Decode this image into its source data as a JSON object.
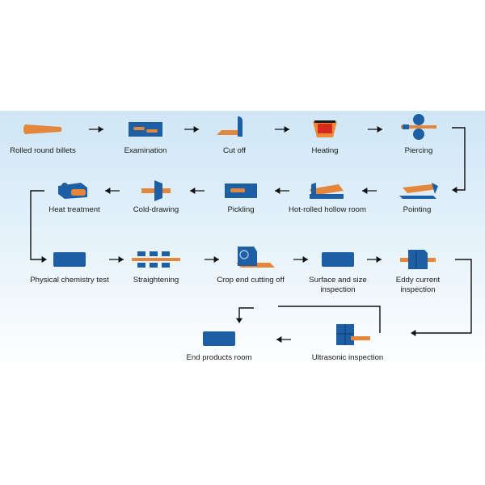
{
  "colors": {
    "blue": "#1d5fa5",
    "orange": "#e4873c",
    "line": "#111111"
  },
  "steps": [
    {
      "id": "rolled-round-billets",
      "label": [
        "Rolled round billets"
      ],
      "icon": "billet-icon"
    },
    {
      "id": "examination",
      "label": [
        "Examination"
      ],
      "icon": "examination-icon"
    },
    {
      "id": "cut-off",
      "label": [
        "Cut off"
      ],
      "icon": "cut-off-icon"
    },
    {
      "id": "heating",
      "label": [
        "Heating"
      ],
      "icon": "furnace-icon"
    },
    {
      "id": "piercing",
      "label": [
        "Piercing"
      ],
      "icon": "piercing-rolls-icon"
    },
    {
      "id": "pointing",
      "label": [
        "Pointing"
      ],
      "icon": "pointing-icon"
    },
    {
      "id": "hot-rolled-hollow-room",
      "label": [
        "Hot-rolled hollow room"
      ],
      "icon": "hollow-room-icon"
    },
    {
      "id": "pickling",
      "label": [
        "Pickling"
      ],
      "icon": "pickling-tank-icon"
    },
    {
      "id": "cold-drawing",
      "label": [
        "Cold-drawing"
      ],
      "icon": "cold-drawing-die-icon"
    },
    {
      "id": "heat-treatment",
      "label": [
        "Heat treatment"
      ],
      "icon": "heat-treatment-icon"
    },
    {
      "id": "physical-chemistry-test",
      "label": [
        "Physical chemistry test"
      ],
      "icon": "test-box-icon"
    },
    {
      "id": "straightening",
      "label": [
        "Straightening"
      ],
      "icon": "straightening-rolls-icon"
    },
    {
      "id": "crop-end-cutting-off",
      "label": [
        "Crop end cutting off"
      ],
      "icon": "crop-saw-icon"
    },
    {
      "id": "surface-and-size-inspection",
      "label": [
        "Surface and size",
        "inspection"
      ],
      "icon": "inspection-box-icon"
    },
    {
      "id": "eddy-current-inspection",
      "label": [
        "Eddy current",
        "inspection"
      ],
      "icon": "eddy-current-icon"
    },
    {
      "id": "ultrasonic-inspection",
      "label": [
        "Ultrasonic inspection"
      ],
      "icon": "ultrasonic-icon"
    },
    {
      "id": "end-products-room",
      "label": [
        "End products room"
      ],
      "icon": "storage-room-icon"
    }
  ]
}
